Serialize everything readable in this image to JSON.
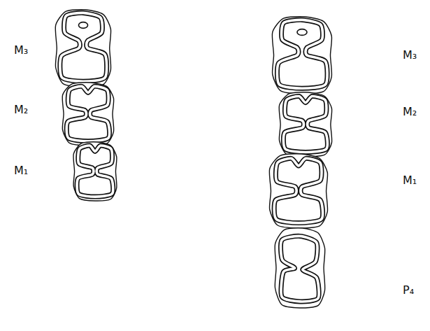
{
  "diagram": {
    "labels": [
      "M₃",
      "M₂",
      "M₁",
      "M₃",
      "M₂",
      "M₁",
      "P₄"
    ]
  }
}
